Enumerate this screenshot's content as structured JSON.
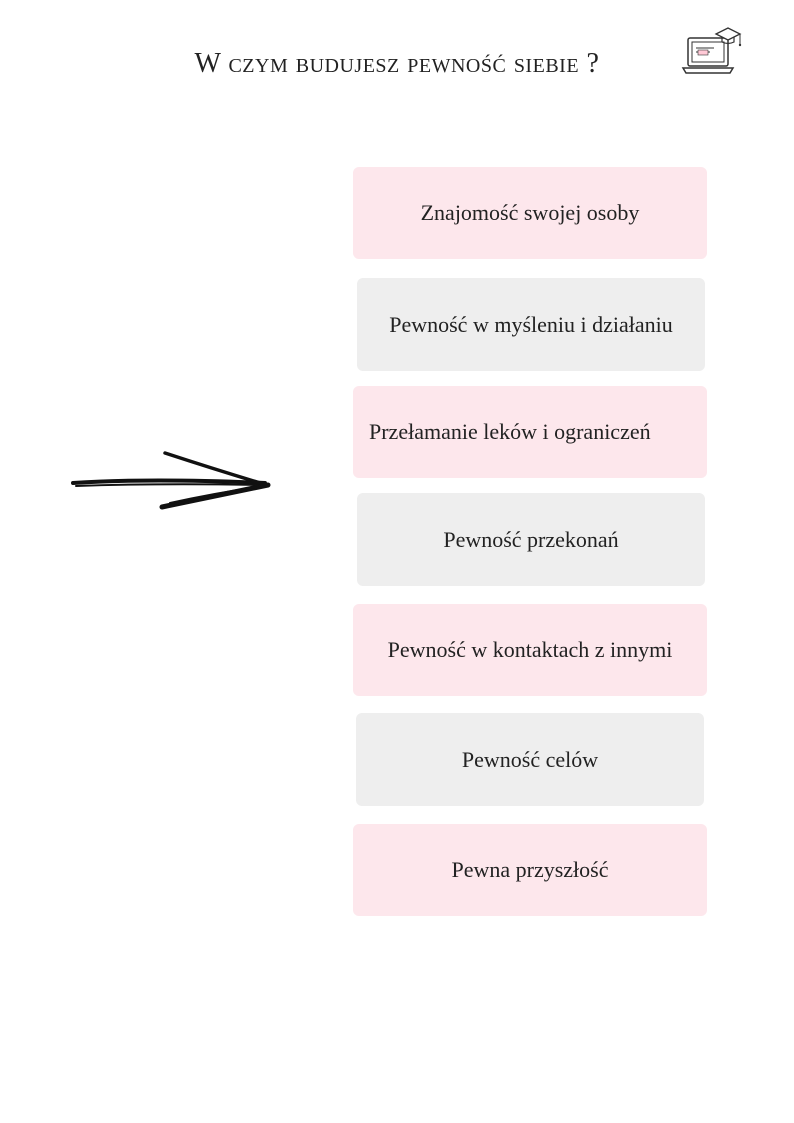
{
  "page": {
    "title": "W czym budujesz pewność siebie ?"
  },
  "icons": {
    "header_icon": "laptop-graduation-cap-icon",
    "pointer": "hand-drawn-arrow-right-icon"
  },
  "colors": {
    "pink_card": "#fde7ec",
    "gray_card": "#eeeeee",
    "text": "#222222"
  },
  "items": [
    {
      "label": "Znajomość swojej osoby",
      "color": "pink"
    },
    {
      "label": "Pewność w myśleniu i działaniu",
      "color": "gray"
    },
    {
      "label": "Przełamanie leków i ograniczeń",
      "color": "pink"
    },
    {
      "label": "Pewność przekonań",
      "color": "gray"
    },
    {
      "label": "Pewność w kontaktach z innymi",
      "color": "pink"
    },
    {
      "label": "Pewność celów",
      "color": "gray"
    },
    {
      "label": "Pewna przyszłość",
      "color": "pink"
    }
  ]
}
